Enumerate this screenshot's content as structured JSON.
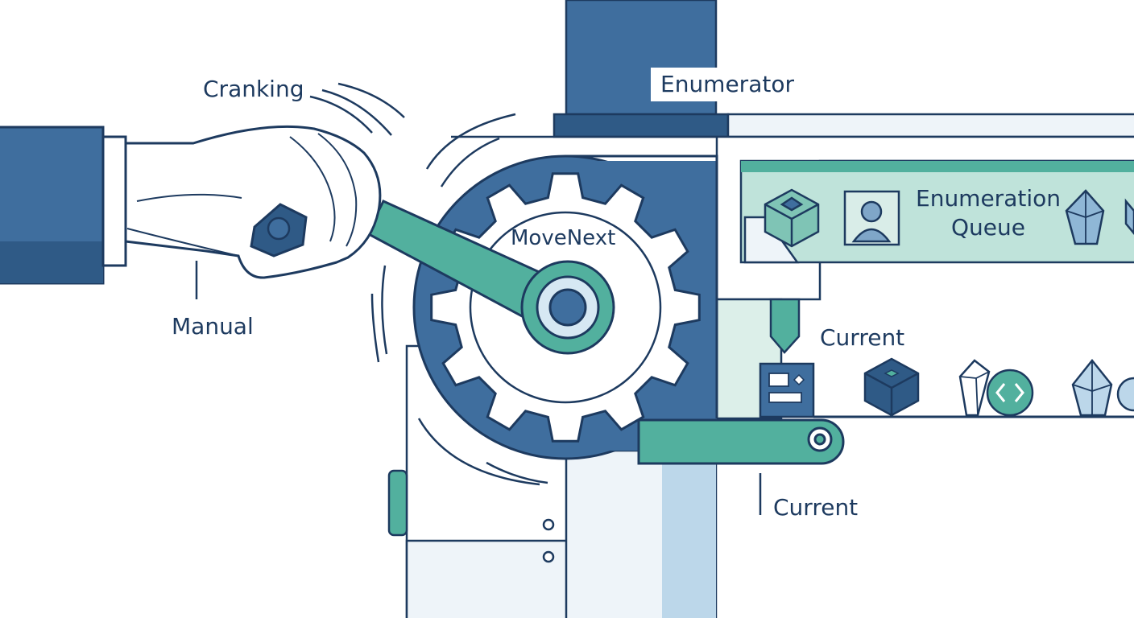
{
  "labels": {
    "cranking": "Cranking",
    "manual": "Manual",
    "enumerator": "Enumerator",
    "movenext": "MoveNext",
    "queue_line1": "Enumeration",
    "queue_line2": "Queue",
    "current_top": "Current",
    "current_bottom": "Current"
  },
  "colors": {
    "navy": "#1d3a5f",
    "blue": "#3f6e9e",
    "light_blue": "#dce9f3",
    "teal": "#52b09e",
    "light_teal": "#bfe3da",
    "pale": "#eef4f9"
  },
  "icons": [
    "gear-icon",
    "crank-handle-icon",
    "cube-icon",
    "user-portrait-icon",
    "crystal-icon",
    "code-brackets-icon",
    "document-card-icon"
  ]
}
